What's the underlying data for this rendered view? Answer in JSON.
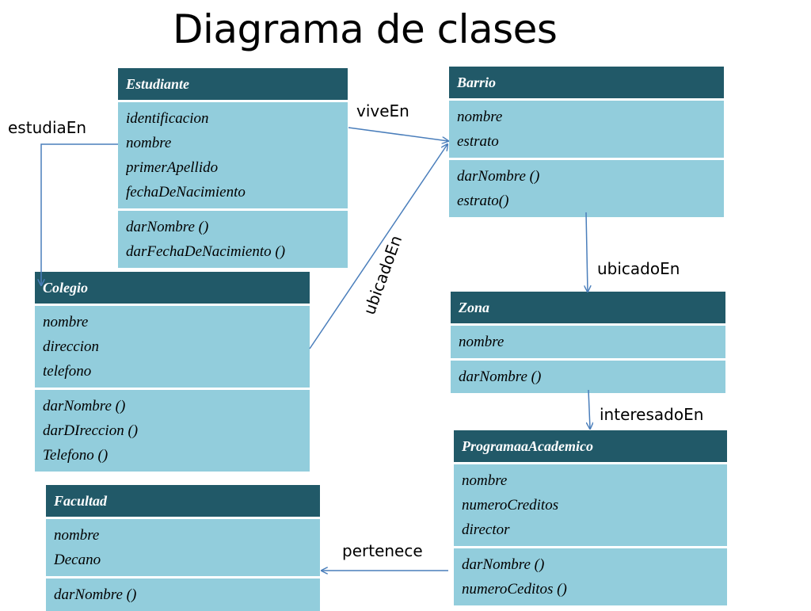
{
  "title": "Diagrama de clases",
  "colors": {
    "header": "#215968",
    "body": "#92cddc",
    "arrow": "#4a7ebb"
  },
  "classes": {
    "estudiante": {
      "name": "Estudiante",
      "attributes": [
        "identificacion",
        "nombre",
        "primerApellido",
        "fechaDeNacimiento"
      ],
      "methods": [
        "darNombre ()",
        "darFechaDeNacimiento ()"
      ]
    },
    "barrio": {
      "name": "Barrio",
      "attributes": [
        "nombre",
        "estrato"
      ],
      "methods": [
        "darNombre ()",
        "estrato()"
      ]
    },
    "colegio": {
      "name": "Colegio",
      "attributes": [
        "nombre",
        "direccion",
        "telefono"
      ],
      "methods": [
        "darNombre ()",
        "darDIreccion ()",
        "Telefono ()"
      ]
    },
    "zona": {
      "name": "Zona",
      "attributes": [
        "nombre"
      ],
      "methods": [
        "darNombre ()"
      ]
    },
    "programa": {
      "name": "ProgramaaAcademico",
      "attributes": [
        "nombre",
        "numeroCreditos",
        "director"
      ],
      "methods": [
        "darNombre ()",
        "numeroCeditos ()"
      ]
    },
    "facultad": {
      "name": "Facultad",
      "attributes": [
        "nombre",
        "Decano"
      ],
      "methods": [
        "darNombre ()"
      ]
    }
  },
  "relations": {
    "viveEn": "viveEn",
    "estudiaEn": "estudiaEn",
    "ubicadoEnColegio": "ubicadoEn",
    "ubicadoEnBarrio": "ubicadoEn",
    "interesadoEn": "interesadoEn",
    "pertenece": "pertenece"
  }
}
